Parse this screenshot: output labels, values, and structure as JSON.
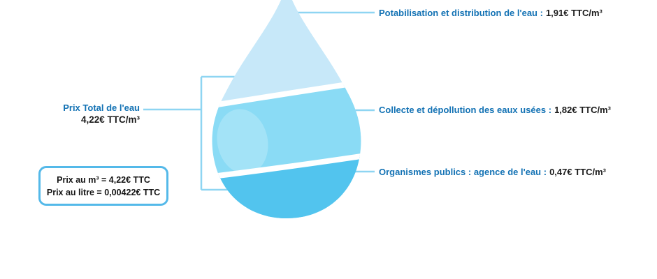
{
  "left_panel": {
    "total_label": "Prix Total de l'eau",
    "total_value": "4,22€ TTC/m³",
    "info_box": {
      "line1": "Prix au m³ = 4,22€ TTC",
      "line2": "Prix au litre = 0,00422€ TTC"
    }
  },
  "segments": [
    {
      "name": "potabilisation",
      "label": "Potabilisation et distribution de l'eau :",
      "value": "1,91€ TTC/m³",
      "color": "#c7e8f9"
    },
    {
      "name": "collecte",
      "label": "Collecte et dépollution des eaux usées :",
      "value": "1,82€ TTC/m³",
      "color": "#8adbf5"
    },
    {
      "name": "organismes",
      "label": "Organismes publics : agence de l'eau :",
      "value": "0,47€ TTC/m³",
      "color": "#52c4ee"
    }
  ],
  "colors": {
    "label_blue": "#1372b4",
    "value_dark": "#1c1c1c",
    "connector": "#8ed5f2",
    "box_border": "#54b9e9",
    "drop_top": "#c7e8f9",
    "drop_middle": "#8adbf5",
    "drop_bottom": "#52c4ee",
    "drop_highlight": "#ffffff"
  }
}
